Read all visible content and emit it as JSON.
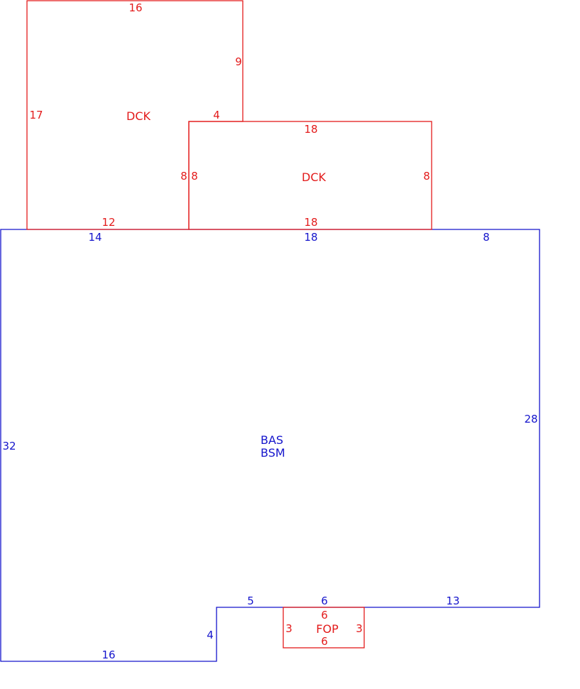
{
  "colors": {
    "dck": "#e31b1b",
    "bas": "#1515cc",
    "fop": "#e31b1b",
    "background": "#ffffff"
  },
  "dck_upper": {
    "name": "DCK",
    "dims": {
      "top": "16",
      "right_upper": "9",
      "step": "4",
      "left": "17",
      "bottom": "12",
      "right_lower": "8"
    }
  },
  "dck_lower": {
    "name": "DCK",
    "dims": {
      "top": "18",
      "left": "8",
      "right": "8",
      "bottom": "18"
    }
  },
  "bas": {
    "name_line1": "BAS",
    "name_line2": "BSM",
    "dims": {
      "top_left": "14",
      "top_mid": "18",
      "top_right": "8",
      "right": "28",
      "left": "32",
      "bottom_right": "13",
      "bottom_mid": "6",
      "bottom_step": "5",
      "notch_side": "4",
      "bottom_left": "16"
    }
  },
  "fop": {
    "name": "FOP",
    "dims": {
      "top": "6",
      "bottom": "6",
      "left": "3",
      "right": "3"
    }
  }
}
